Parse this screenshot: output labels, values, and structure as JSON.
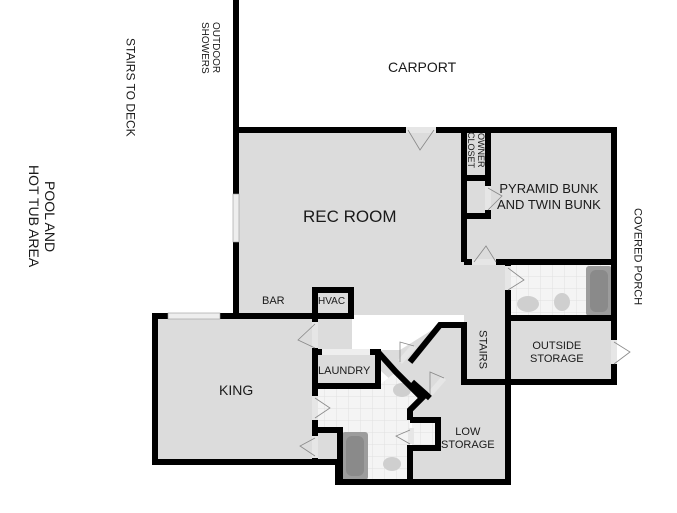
{
  "plan": {
    "colors": {
      "floor": "#dcdcdc",
      "wall": "#000000",
      "tile": "#f3f3f3",
      "tile_line": "#e2e2e2",
      "fixture": "#9a9a9a",
      "background": "#ffffff"
    },
    "exterior_labels": {
      "carport": "CARPORT",
      "outdoor_showers_1": "OUTDOOR",
      "outdoor_showers_2": "SHOWERS",
      "stairs_to_deck": "STAIRS TO DECK",
      "pool_1": "POOL AND",
      "pool_2": "HOT TUB AREA",
      "covered_porch": "COVERED PORCH"
    },
    "rooms": {
      "rec_room": "REC ROOM",
      "owner_closet_1": "OWNER",
      "owner_closet_2": "CLOSET",
      "bunk_1": "PYRAMID BUNK",
      "bunk_2": "AND TWIN BUNK",
      "bar": "BAR",
      "hvac": "HVAC",
      "stairs": "STAIRS",
      "outside_storage_1": "OUTSIDE",
      "outside_storage_2": "STORAGE",
      "king": "KING",
      "laundry": "LAUNDRY",
      "low_storage_1": "LOW",
      "low_storage_2": "STORAGE"
    }
  }
}
